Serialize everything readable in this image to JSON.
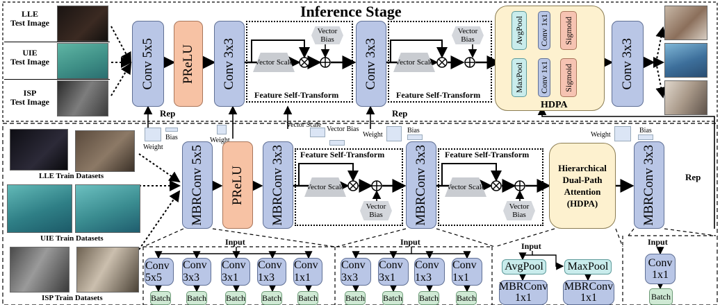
{
  "inference": {
    "title": "Inference Stage",
    "inputs": [
      {
        "line1": "LLE",
        "line2": "Test Image"
      },
      {
        "line1": "UIE",
        "line2": "Test Image"
      },
      {
        "line1": "ISP",
        "line2": "Test Image"
      }
    ],
    "conv5": "Conv 5x5",
    "prelu": "PReLU",
    "conv3a": "Conv 3x3",
    "conv3b": "Conv 3x3",
    "conv3c": "Conv 3x3",
    "fst_label": "Feature Self-Transform",
    "vector_scale": "Vector Scale",
    "vector_bias": "Vector Bias",
    "hdpa": {
      "label": "HDPA",
      "avgpool": "AvgPool",
      "maxpool": "MaxPool",
      "conv1": "Conv 1x1",
      "sigmoid": "Sigmoid"
    },
    "rep": "Rep"
  },
  "training": {
    "datasets": [
      "LLE Train Datasets",
      "UIE Train Datasets",
      "ISP Train Datasets"
    ],
    "mbrconv5": "MBRConv 5x5",
    "prelu": "PReLU",
    "mbrconv3": "MBRConv 3x3",
    "fst_label": "Feature Self-Transform",
    "vector_scale": "Vector Scale",
    "vector_bias": "Vector Bias",
    "hdpa_full": [
      "Hierarchical",
      "Dual-Path",
      "Attention",
      "(HDPA)"
    ],
    "weight": "Weight",
    "bias": "Bias",
    "vector_scale_small": "Vector Scale",
    "vector_bias_small": "Vector Bias",
    "rep": "Rep"
  },
  "detail": {
    "input": "Input",
    "branch5": [
      "Conv 5x5",
      "Conv 3x3",
      "Conv 3x1",
      "Conv 1x3",
      "Conv 1x1"
    ],
    "branch3": [
      "Conv 3x3",
      "Conv 3x1",
      "Conv 1x3",
      "Conv 1x1"
    ],
    "batch": "Batch",
    "hdpa_avgpool": "AvgPool",
    "hdpa_maxpool": "MaxPool",
    "hdpa_mbr": "MBRConv 1x1",
    "conv1x1": "Conv 1x1"
  },
  "colors": {
    "conv": "#b9c6e6",
    "prelu": "#f7c2a4",
    "hdpa": "#fdf1cf",
    "pool": "#c9ecec",
    "batch": "#cfe9d4"
  }
}
